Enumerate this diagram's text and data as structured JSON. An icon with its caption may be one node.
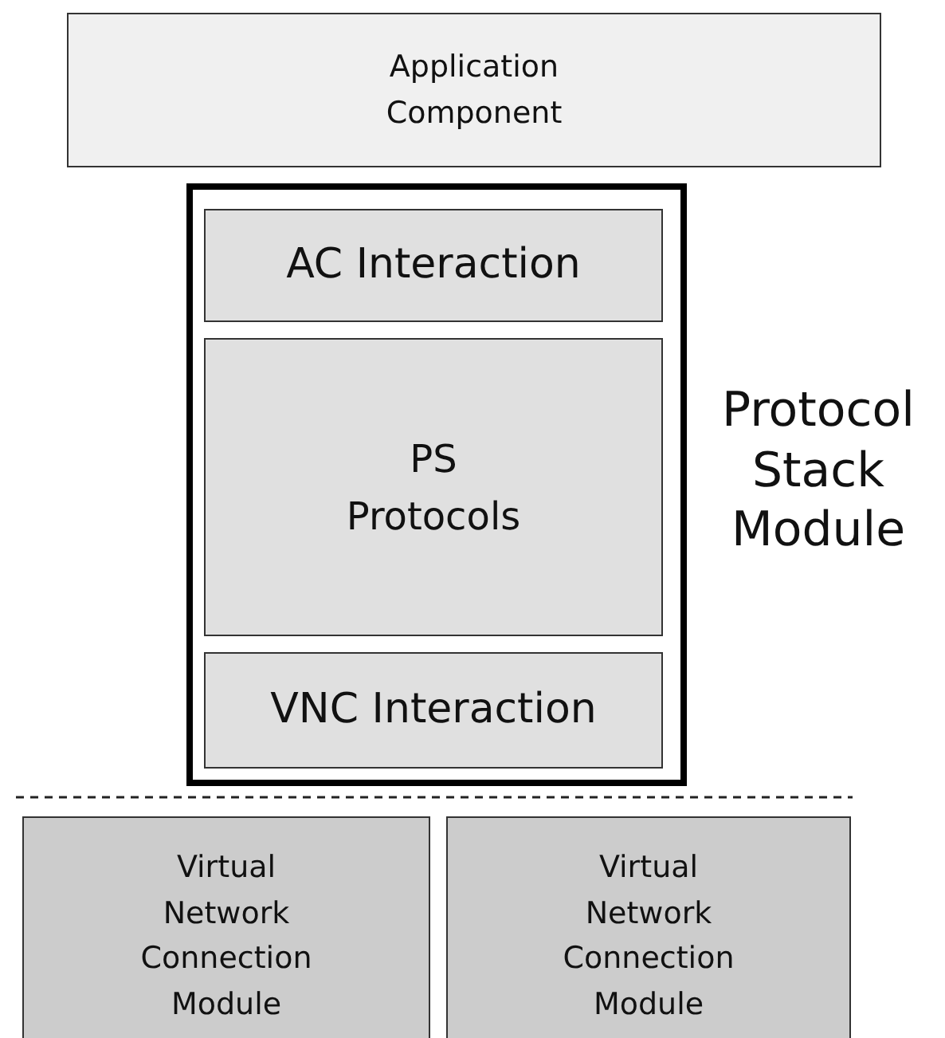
{
  "diagram": {
    "nodes": [
      {
        "text": [
          "Application Component"
        ]
      },
      {
        "text": [
          "Protocol Stack Module"
        ]
      },
      {
        "text": [
          "AC Interaction"
        ],
        "in": 1
      },
      {
        "text": [
          "PS Protocols"
        ],
        "in": 1
      },
      {
        "text": [
          "VNC Interaction"
        ],
        "in": 1
      },
      {
        "text": [
          "Virtual Network Connection Module"
        ]
      },
      {
        "text": [
          "Virtual Network Connection Module"
        ]
      }
    ],
    "edges": []
  }
}
